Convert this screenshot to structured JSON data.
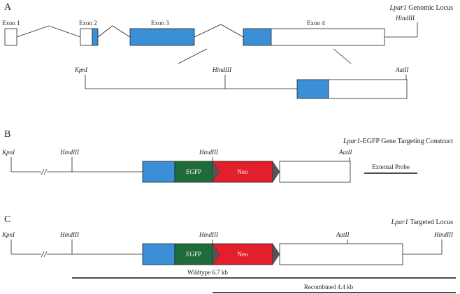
{
  "panel_a": {
    "letter": "A",
    "title_gene": "Lpar1",
    "title_rest": " Genomic Locus",
    "exons": [
      "Exon 1",
      "Exon 2",
      "Exon 3",
      "Exon 4"
    ],
    "sites": {
      "hind_top": "HindIII",
      "kpn": "KpnI",
      "hind": "HindIII",
      "aat": "AatII"
    }
  },
  "panel_b": {
    "letter": "B",
    "title_gene": "Lpar1",
    "title_rest": "-EGFP Gene Targeting Construct",
    "sites": {
      "kpn": "KpnI",
      "hind1": "HindIII",
      "hind2": "HindIII",
      "aat": "AatII"
    },
    "egfp": "EGFP",
    "neo": "Neo",
    "probe": "External Probe"
  },
  "panel_c": {
    "letter": "C",
    "title_gene": "Lpar1",
    "title_rest": " Targeted Locus",
    "sites": {
      "kpn": "KpnI",
      "hind1": "HindIII",
      "hind2": "HindIII",
      "aat": "AatII",
      "hind3": "HindIII"
    },
    "egfp": "EGFP",
    "neo": "Neo",
    "wildtype": "Wildtype 6.7 kb",
    "recombined": "Recombined 4.4 kb"
  },
  "colors": {
    "exon_coding": "#3a8fd6",
    "egfp": "#1f6b3a",
    "neo": "#e21f2a"
  }
}
